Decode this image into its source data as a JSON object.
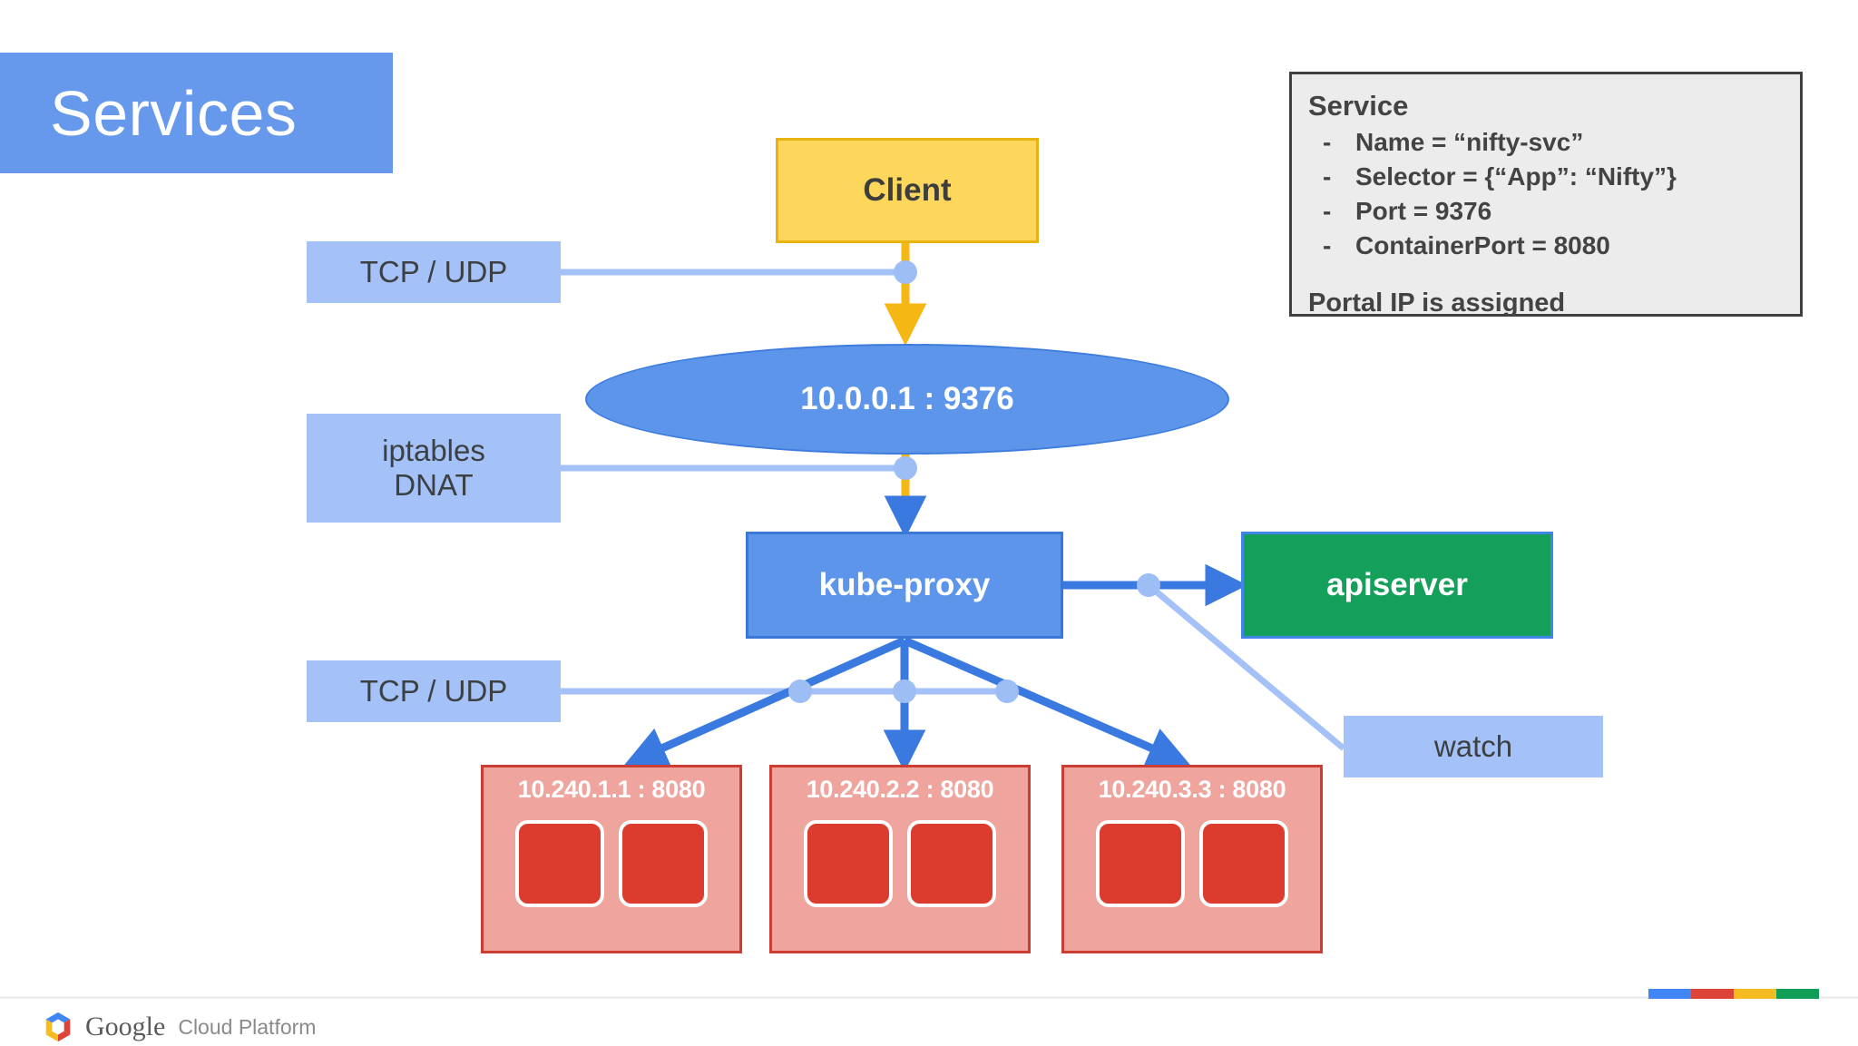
{
  "slide": {
    "title": "Services"
  },
  "service_box": {
    "title": "Service",
    "bullet_marker": "-",
    "items": [
      "Name = “nifty-svc”",
      "Selector = {“App”: “Nifty”}",
      "Port = 9376",
      "ContainerPort = 8080"
    ],
    "footer": "Portal IP is assigned"
  },
  "nodes": {
    "client": "Client",
    "portal": "10.0.0.1 : 9376",
    "kube_proxy": "kube-proxy",
    "apiserver": "apiserver"
  },
  "annotations": {
    "tcp_udp_top": "TCP / UDP",
    "iptables_line1": "iptables",
    "iptables_line2": "DNAT",
    "tcp_udp_bottom": "TCP / UDP",
    "watch": "watch"
  },
  "pods": [
    {
      "endpoint": "10.240.1.1 : 8080",
      "containers": 2
    },
    {
      "endpoint": "10.240.2.2 : 8080",
      "containers": 2
    },
    {
      "endpoint": "10.240.3.3 : 8080",
      "containers": 2
    }
  ],
  "footer": {
    "brand": "Google",
    "product": "Cloud Platform",
    "bar_colors": [
      "#4285f4",
      "#db4437",
      "#f4bc21",
      "#0f9d58"
    ]
  },
  "colors": {
    "title_banner": "#6699eb",
    "client_fill": "#fcd75b",
    "client_border": "#e8b411",
    "portal_fill": "#5c95ea",
    "kube_proxy_fill": "#5c95ea",
    "apiserver_fill": "#14a05a",
    "apiserver_border": "#4285ea",
    "annotation_fill": "#a4c2f7",
    "pod_fill": "#efa49d",
    "pod_border": "#cc3d34",
    "container_fill": "#dc3c2d",
    "arrow_yellow": "#f5b714",
    "arrow_blue": "#3a7ae0",
    "wire_light_blue": "#a4c2f7",
    "info_box_fill": "#ececed",
    "info_box_border": "#404040"
  }
}
